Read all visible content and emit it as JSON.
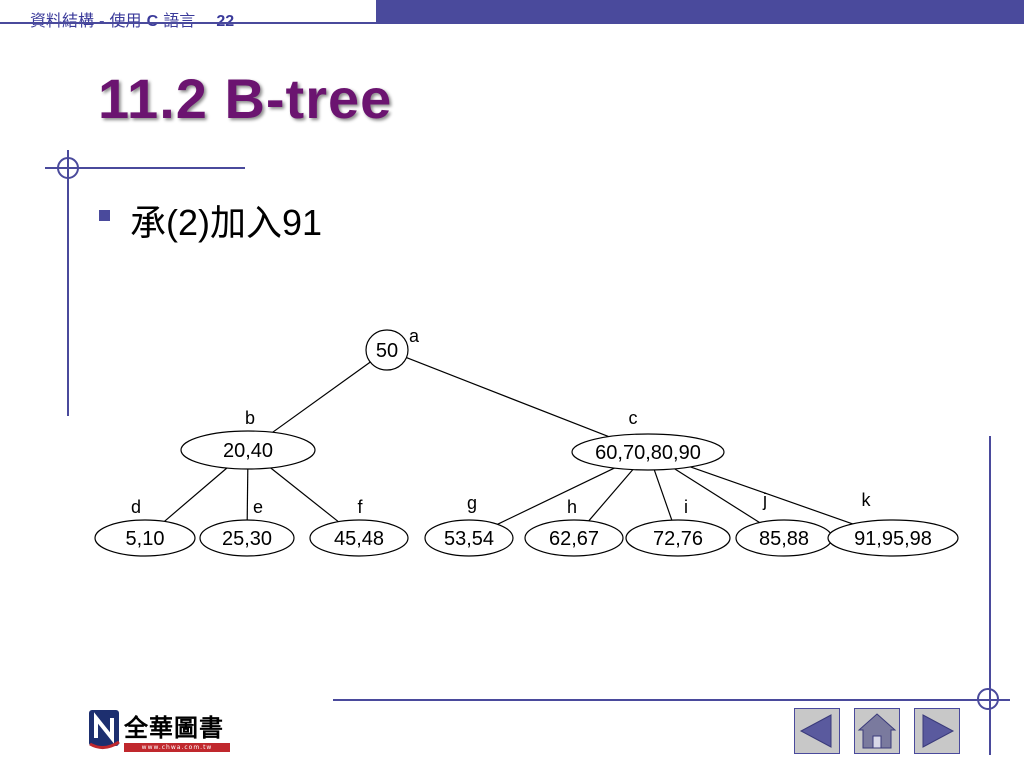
{
  "header": {
    "course": "資料結構",
    "separator": "-",
    "subtitle": "使用",
    "lang_c": "C",
    "lang_rest": "語言",
    "page_number": "22"
  },
  "slide": {
    "title": "11.2  B-tree",
    "bullet": "承(2)加入91"
  },
  "tree": {
    "nodes": [
      {
        "id": "a",
        "keys": "50"
      },
      {
        "id": "b",
        "keys": "20,40"
      },
      {
        "id": "c",
        "keys": "60,70,80,90"
      },
      {
        "id": "d",
        "keys": "5,10"
      },
      {
        "id": "e",
        "keys": "25,30"
      },
      {
        "id": "f",
        "keys": "45,48"
      },
      {
        "id": "g",
        "keys": "53,54"
      },
      {
        "id": "h",
        "keys": "62,67"
      },
      {
        "id": "i",
        "keys": "72,76"
      },
      {
        "id": "j",
        "keys": "85,88"
      },
      {
        "id": "k",
        "keys": "91,95,98"
      }
    ],
    "edges": [
      [
        "a",
        "b"
      ],
      [
        "a",
        "c"
      ],
      [
        "b",
        "d"
      ],
      [
        "b",
        "e"
      ],
      [
        "b",
        "f"
      ],
      [
        "c",
        "g"
      ],
      [
        "c",
        "h"
      ],
      [
        "c",
        "i"
      ],
      [
        "c",
        "j"
      ],
      [
        "c",
        "k"
      ]
    ]
  },
  "logo": {
    "name": "全華圖書",
    "url": "www.chwa.com.tw"
  },
  "nav": {
    "prev": "prev-arrow-icon",
    "home": "home-icon",
    "next": "next-arrow-icon"
  },
  "colors": {
    "accent": "#4a4a9c",
    "title": "#6b1470",
    "nav_fill": "#c8c8c8",
    "logo_red": "#c0282d"
  }
}
